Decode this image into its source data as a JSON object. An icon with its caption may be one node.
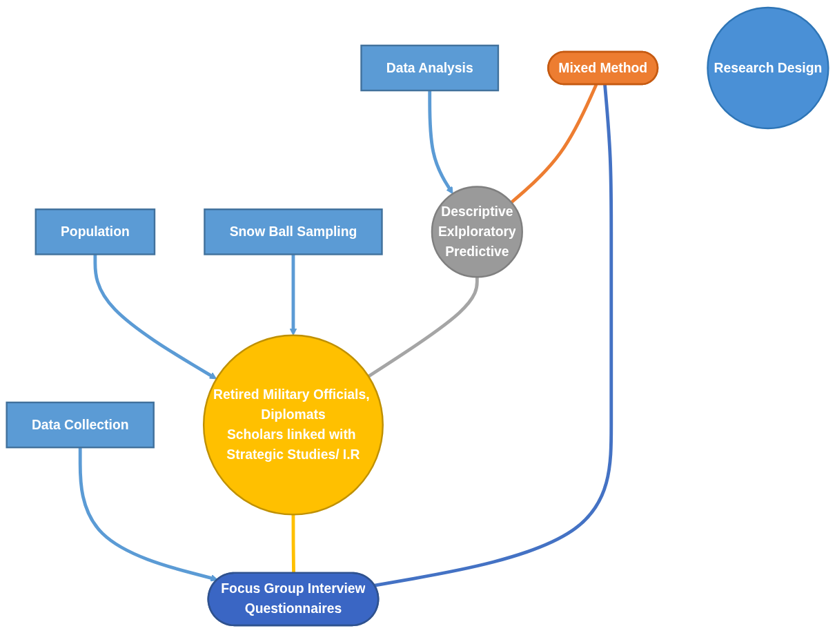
{
  "diagram": {
    "nodes": [
      {
        "text": [
          "Mixed Method"
        ]
      },
      {
        "text": [
          "Data Collection"
        ]
      },
      {
        "text": [
          "Data Analysis"
        ]
      },
      {
        "text": [
          "Focus Group Interview",
          "Questionnaires"
        ]
      },
      {
        "text": [
          "Research Design"
        ]
      },
      {
        "text": [
          "Descriptive",
          "Exlploratory",
          "Predictive"
        ]
      },
      {
        "text": [
          "Retired Military Officials, Diplomats",
          "Scholars linked with Strategic Studies/ I.R"
        ]
      },
      {
        "text": [
          "Population"
        ]
      },
      {
        "text": [
          "Snow Ball Sampling"
        ]
      }
    ],
    "edges": [
      {
        "from": 1,
        "to": 3,
        "arrow": "to"
      },
      {
        "from": 2,
        "to": 5,
        "arrow": "to"
      },
      {
        "from": 7,
        "to": 6,
        "arrow": "to"
      },
      {
        "from": 8,
        "to": 6,
        "arrow": "to"
      },
      {
        "from": 3,
        "to": 0,
        "arrow": "none",
        "color": "#4472c4"
      },
      {
        "from": 0,
        "to": 5,
        "arrow": "none",
        "color": "#ed7d31"
      },
      {
        "from": 5,
        "to": 6,
        "arrow": "none",
        "color": "#a5a5a5"
      },
      {
        "from": 6,
        "to": 3,
        "arrow": "none",
        "color": "#ffc000"
      }
    ]
  }
}
